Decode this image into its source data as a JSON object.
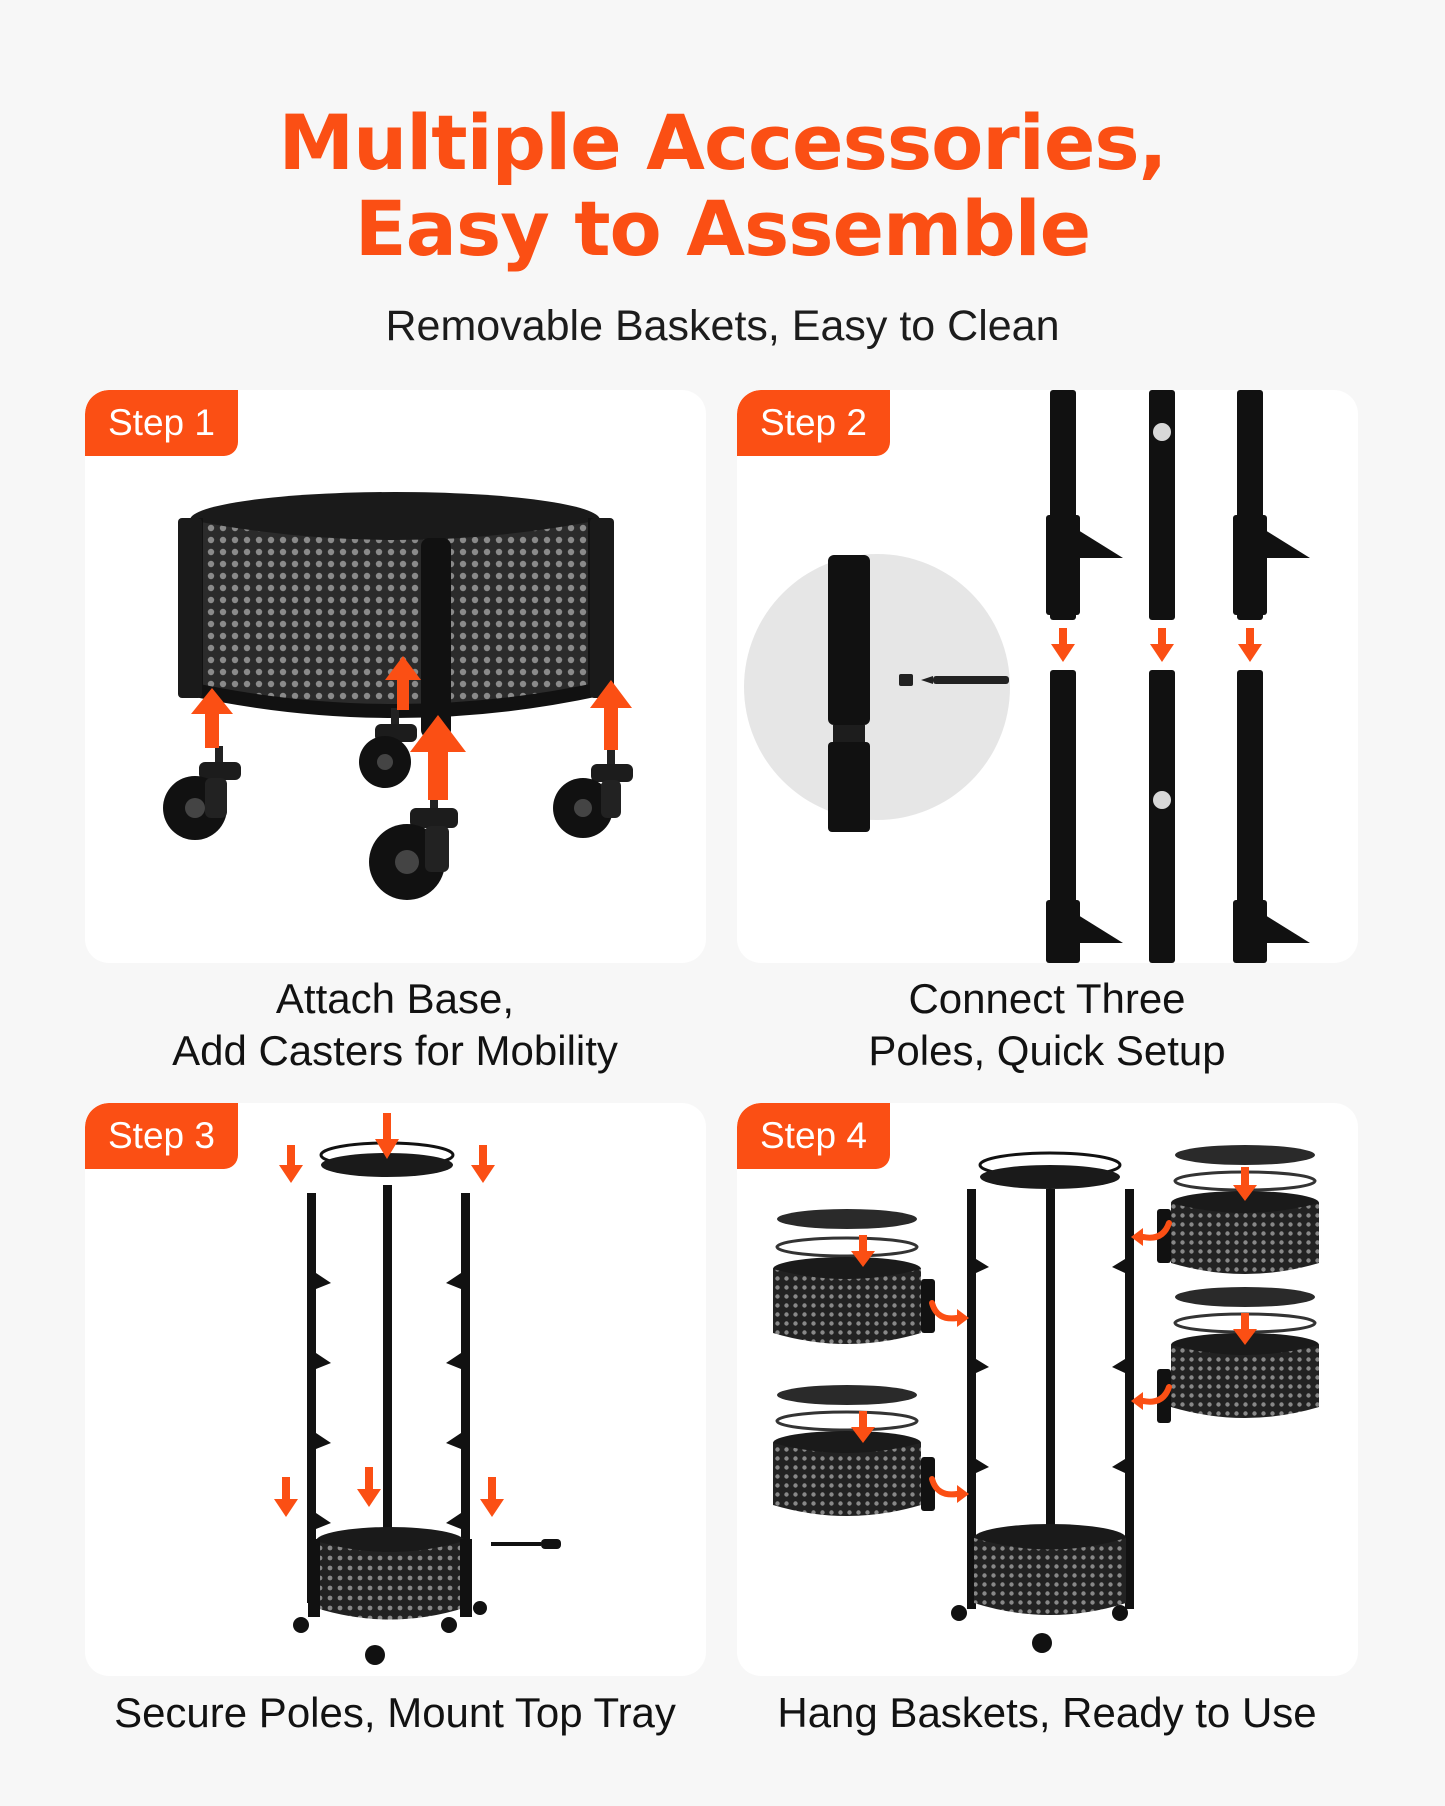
{
  "header": {
    "title_line1": "Multiple Accessories,",
    "title_line2": "Easy to Assemble",
    "subtitle": "Removable Baskets, Easy to Clean"
  },
  "steps": [
    {
      "badge": "Step 1",
      "caption_line1": "Attach Base,",
      "caption_line2": "Add Casters for Mobility"
    },
    {
      "badge": "Step 2",
      "caption_line1": "Connect Three",
      "caption_line2": "Poles, Quick Setup"
    },
    {
      "badge": "Step 3",
      "caption_line1": "Secure Poles, Mount Top Tray",
      "caption_line2": ""
    },
    {
      "badge": "Step 4",
      "caption_line1": "Hang Baskets, Ready to Use",
      "caption_line2": ""
    }
  ],
  "colors": {
    "accent": "#fb4f14",
    "background": "#f7f7f7",
    "panel": "#ffffff",
    "product": "#161616"
  },
  "icons": [
    "arrow-up-icon",
    "arrow-down-icon",
    "curved-arrow-icon"
  ]
}
